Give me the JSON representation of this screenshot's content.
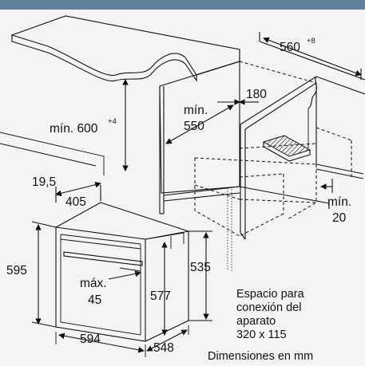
{
  "colors": {
    "background": "#f3f4f5",
    "top_bar": "#5f7f9a",
    "line": "#111111",
    "counter_fill": "#dcdedf"
  },
  "labels": {
    "dim_560": "560",
    "dim_560_sup": "+8",
    "dim_180": "180",
    "min_600": "mín. 600",
    "min_600_sup": "+4",
    "min_550_a": "mín.",
    "min_550_b": "550",
    "dim_19_5": "19,5",
    "dim_405": "405",
    "min_20_a": "mín.",
    "min_20_b": "20",
    "dim_595": "595",
    "dim_535": "535",
    "max_45_a": "máx.",
    "max_45_b": "45",
    "dim_577": "577",
    "space_1": "Espacio para",
    "space_2": "conexión del",
    "space_3": "aparato",
    "space_4": "320 x 115",
    "dim_594": "594",
    "dim_548": "548",
    "units": "Dimensiones en mm"
  }
}
